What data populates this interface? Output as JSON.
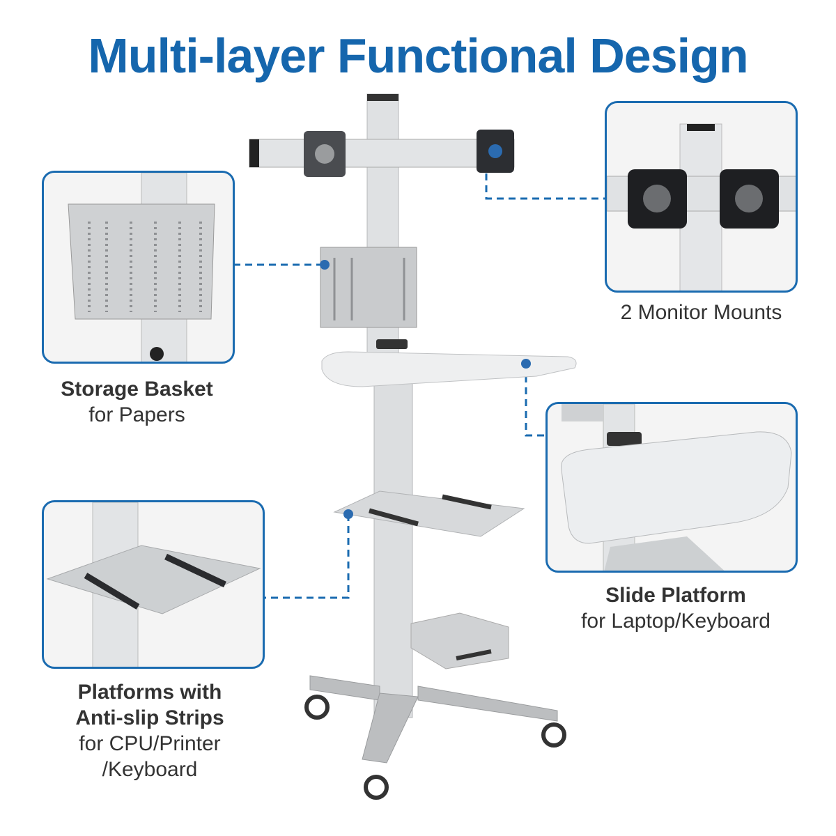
{
  "title": "Multi-layer Functional Design",
  "features": {
    "monitor": {
      "line1": "2 Monitor Mounts"
    },
    "basket": {
      "bold": "Storage Basket",
      "sub": "for Papers"
    },
    "slide": {
      "bold": "Slide Platform",
      "sub": "for Laptop/Keyboard"
    },
    "platforms": {
      "bold1": "Platforms with",
      "bold2": "Anti-slip Strips",
      "sub1": "for CPU/Printer",
      "sub2": "/Keyboard"
    }
  },
  "colors": {
    "accent": "#1566ad",
    "border": "#1a6bb0",
    "metal": "#d4d6d8"
  }
}
